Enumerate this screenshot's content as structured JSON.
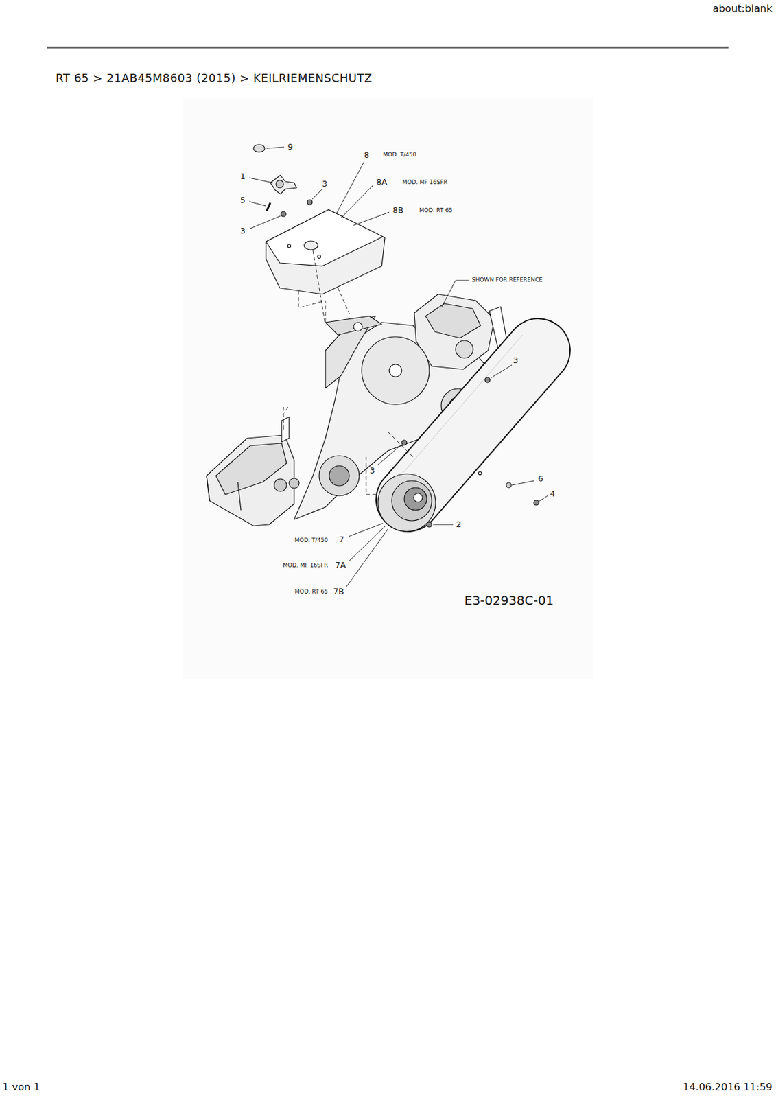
{
  "diagram": {
    "title": "RT 65 > 21AB45M8603 (2015) > KEILRIEMENSCHUTZ",
    "labels": [
      "about:blank",
      "9",
      "8",
      "MOD. T/450",
      "1",
      "3",
      "8A",
      "MOD. MF 16SFR",
      "5",
      "8B",
      "MOD. RT 65",
      "3",
      "SHOWN FOR REFERENCE",
      "3",
      "3",
      "6",
      "4",
      "2",
      "MOD. T/450",
      "7",
      "MOD. MF 16SFR",
      "7A",
      "MOD. RT 65",
      "7B",
      "E3-02938C-01",
      "1 von 1",
      "14.06.2016 11:59"
    ]
  }
}
